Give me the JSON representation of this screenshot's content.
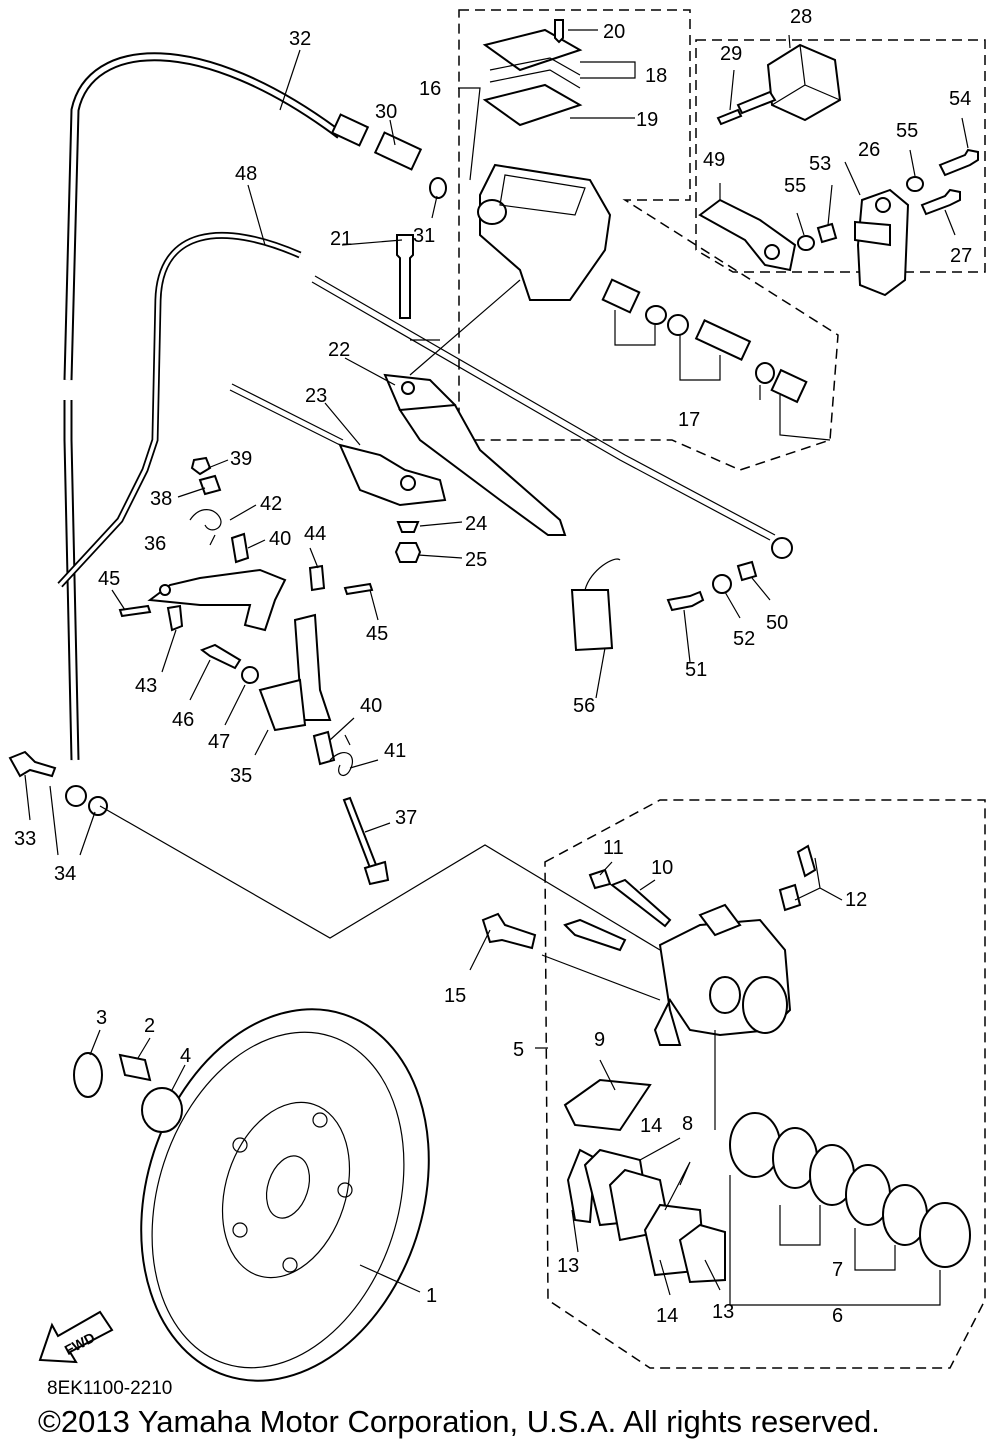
{
  "diagram": {
    "drawing_code": "8EK1100-2210",
    "copyright": "©2013 Yamaha Motor Corporation, U.S.A. All rights reserved.",
    "fwd_label": "FWD",
    "callouts": [
      "1",
      "2",
      "3",
      "4",
      "5",
      "6",
      "7",
      "8",
      "9",
      "10",
      "11",
      "12",
      "13",
      "14",
      "15",
      "16",
      "17",
      "18",
      "19",
      "20",
      "21",
      "22",
      "23",
      "24",
      "25",
      "26",
      "27",
      "28",
      "29",
      "30",
      "31",
      "32",
      "33",
      "34",
      "35",
      "36",
      "37",
      "38",
      "39",
      "40",
      "41",
      "42",
      "43",
      "44",
      "45",
      "46",
      "47",
      "48",
      "49",
      "50",
      "51",
      "52",
      "53",
      "54",
      "55",
      "56"
    ]
  }
}
